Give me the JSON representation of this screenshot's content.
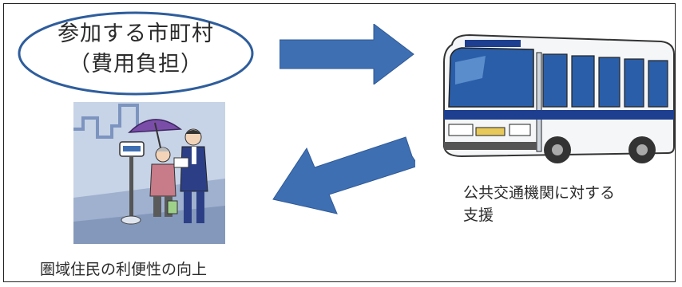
{
  "municipality": {
    "line1": "参加する市町村",
    "line2": "（費用負担）"
  },
  "bus_caption": {
    "line1": "公共交通機関に対する",
    "line2": "支援"
  },
  "resident_caption": "圏域住民の利便性の向上",
  "colors": {
    "arrow_fill": "#3f6fb3",
    "ellipse_stroke": "#2e5d9c",
    "bus_stripe": "#1e3f8f",
    "frame": "#222222"
  },
  "icons": {
    "bus": "bus-icon",
    "bus_stop_scene": "bus-stop-people-icon"
  }
}
